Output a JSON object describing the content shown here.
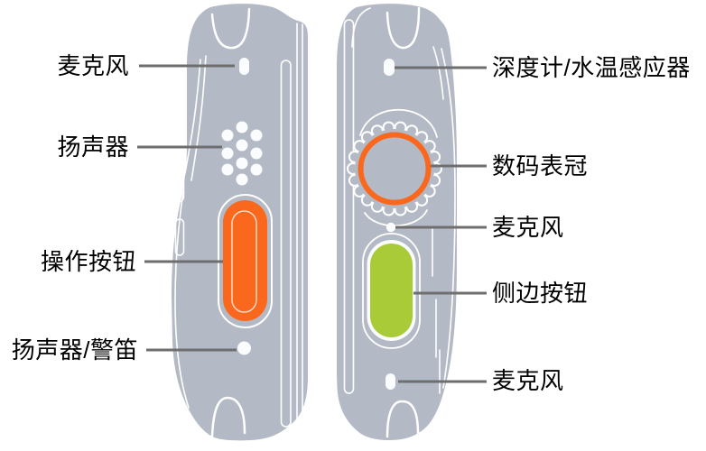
{
  "diagram": {
    "subject": "watch-side-views",
    "views": [
      "left-side-view",
      "right-side-view"
    ]
  },
  "colors": {
    "background": "#FFFFFF",
    "watch_body": "#B4BAC5",
    "detail_line": "#FFFFFF",
    "port_white": "#FBFCFD",
    "accent_orange": "#F9681C",
    "accent_green": "#A9CB38",
    "leader_line": "#6E6E6E",
    "label_text": "#000000"
  },
  "labels": {
    "left": [
      {
        "id": "microphone-top-left",
        "text": "麦克风"
      },
      {
        "id": "speaker",
        "text": "扬声器"
      },
      {
        "id": "action-button",
        "text": "操作按钮"
      },
      {
        "id": "speaker-siren",
        "text": "扬声器/警笛"
      }
    ],
    "right": [
      {
        "id": "depth-gauge-water-temp-sensor",
        "text": "深度计/水温感应器"
      },
      {
        "id": "digital-crown",
        "text": "数码表冠"
      },
      {
        "id": "microphone-middle-right",
        "text": "麦克风"
      },
      {
        "id": "side-button",
        "text": "侧边按钮"
      },
      {
        "id": "microphone-bottom-right",
        "text": "麦克风"
      }
    ]
  }
}
